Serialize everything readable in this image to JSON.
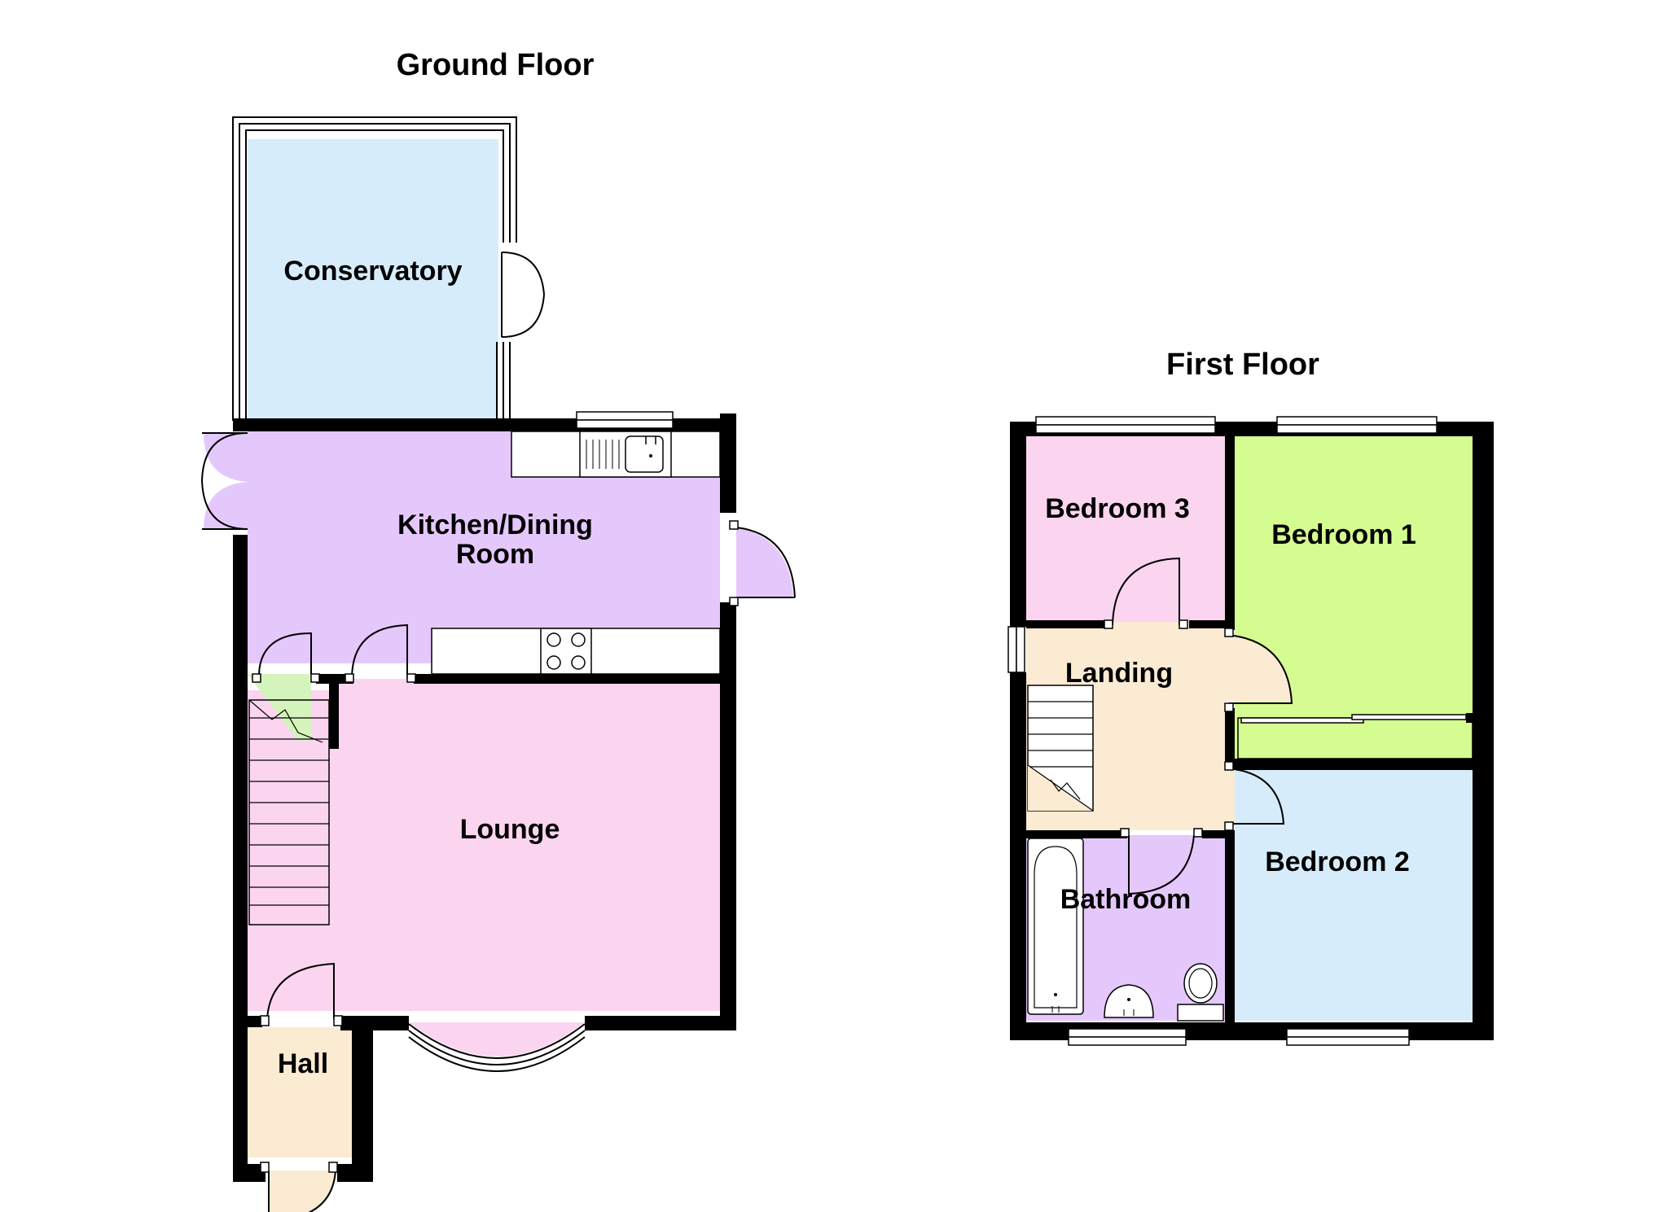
{
  "floors": {
    "ground": {
      "title": "Ground Floor",
      "rooms": {
        "conservatory": "Conservatory",
        "kitchen_line1": "Kitchen/Dining",
        "kitchen_line2": "Room",
        "lounge": "Lounge",
        "hall": "Hall"
      }
    },
    "first": {
      "title": "First Floor",
      "rooms": {
        "bedroom3": "Bedroom 3",
        "bedroom1": "Bedroom 1",
        "landing": "Landing",
        "bedroom2": "Bedroom 2",
        "bathroom": "Bathroom"
      }
    }
  },
  "colors": {
    "conservatory": "#d6ecfb",
    "kitchen": "#e5c8fb",
    "lounge": "#fbd5ef",
    "hall": "#fbebd3",
    "cupboard": "#d5f4bb",
    "bedroom3": "#fbd5ef",
    "bedroom1": "#d5fc90",
    "landing": "#fbebd3",
    "bedroom2": "#d6ecfb",
    "bathroom": "#e5c8fb",
    "walls": "#000000"
  }
}
